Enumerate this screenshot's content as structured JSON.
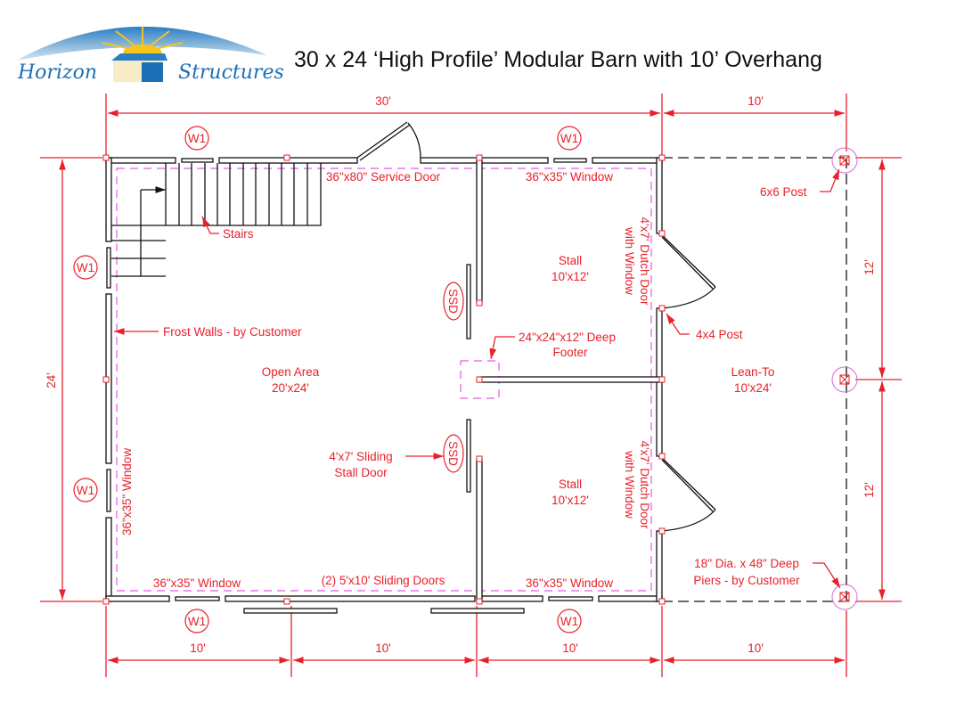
{
  "logo": {
    "left_word": "Horizon",
    "right_word": "Structures"
  },
  "title": "30 x 24 ‘High Profile’ Modular Barn with 10’ Overhang",
  "dimensions": {
    "top_main": "30'",
    "top_overhang": "10'",
    "left": "24'",
    "right_upper": "12'",
    "right_lower": "12'",
    "bottom": [
      "10'",
      "10'",
      "10'",
      "10'"
    ]
  },
  "window_tags": [
    "W1",
    "W1",
    "W1",
    "W1",
    "W1",
    "W1"
  ],
  "ssd_tags": [
    "SSD",
    "SSD"
  ],
  "labels": {
    "service_door": "36\"x80\" Service Door",
    "window_top_right": "36\"x35\" Window",
    "stairs": "Stairs",
    "frost_walls": "Frost Walls - by Customer",
    "open_area": "Open Area",
    "open_area_size": "20'x24'",
    "stall_top": "Stall",
    "stall_top_size": "10'x12'",
    "stall_bottom": "Stall",
    "stall_bottom_size": "10'x12'",
    "footer_line1": "24\"x24\"x12\" Deep",
    "footer_line2": "Footer",
    "dutch_door_line1": "4'x7' Dutch Door",
    "dutch_door_line2": "with Window",
    "post_4x4": "4x4 Post",
    "post_6x6": "6x6 Post",
    "lean_to": "Lean-To",
    "lean_to_size": "10'x24'",
    "sliding_stall_line1": "4'x7' Sliding",
    "sliding_stall_line2": "Stall Door",
    "window_left": "36\"x35\" Window",
    "window_bottom_left": "36\"x35\" Window",
    "sliding_doors": "(2) 5'x10' Sliding Doors",
    "window_bottom_right": "36\"x35\" Window",
    "piers_line1": "18\" Dia. x 48\" Deep",
    "piers_line2": "Piers - by Customer"
  },
  "colors": {
    "annotation": "#e8212b",
    "guide": "#e55be5",
    "wall": "#111111",
    "logo_blue": "#1d6fb5",
    "sun": "#f5c518"
  }
}
